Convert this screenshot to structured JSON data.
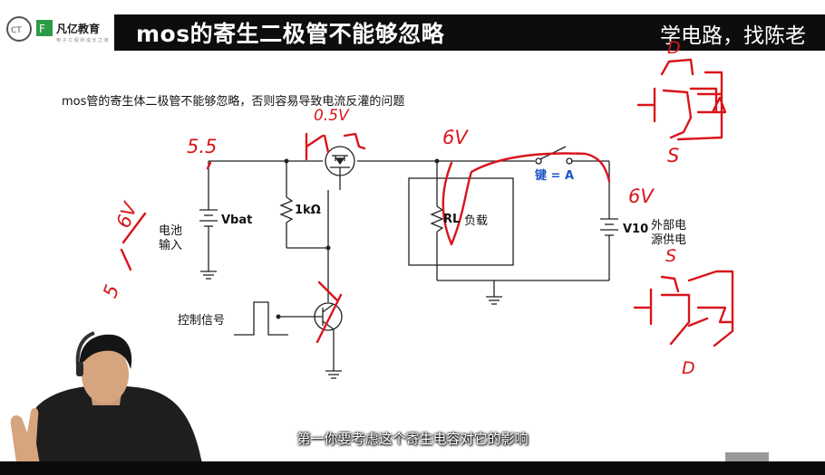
{
  "header": {
    "logo_text": "凡亿教育",
    "title": "mos的寄生二极管不能够忽略",
    "right_text": "学电路，找陈老师"
  },
  "intro_text": "mos管的寄生体二极管不能够忽略，否则容易导致电流反灌的问题",
  "circuit": {
    "battery_label_line1": "电池",
    "battery_label_line2": "输入",
    "vbat_label": "Vbat",
    "resistor_label": "1kΩ",
    "load_resistor_label": "RL",
    "load_label": "负载",
    "switch_label": "键 = A",
    "v10_label": "V10",
    "ext_label_line1": "外部电",
    "ext_label_line2": "源供电",
    "control_label": "控制信号"
  },
  "handwriting": {
    "v55": "5.5",
    "v05": "0.5V",
    "v6_left": "6V",
    "v5_left": "5",
    "v6_mid": "6V",
    "v6_right": "6V",
    "d_top": "D",
    "s_top": "S",
    "s_bottom": "S",
    "d_bottom": "D"
  },
  "subtitle": "第一你要考虑这个寄生电容对它的影响",
  "colors": {
    "title_bar": "#0d0d0d",
    "ink_red": "#d8151b",
    "key_blue": "#1d57c8",
    "logo_green": "#2d9a46"
  }
}
